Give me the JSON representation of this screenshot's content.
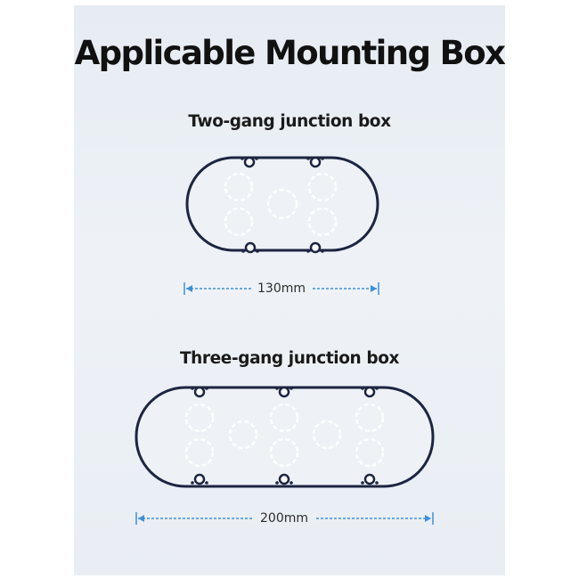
{
  "title": "Applicable Mounting Box",
  "boxes": [
    {
      "label": "Two-gang junction box",
      "dimension": "130mm"
    },
    {
      "label": "Three-gang junction box",
      "dimension": "200mm"
    }
  ],
  "colors": {
    "outline": "#1c2541",
    "dimension_line": "#3f8fd6",
    "circle": "#ffffff"
  }
}
